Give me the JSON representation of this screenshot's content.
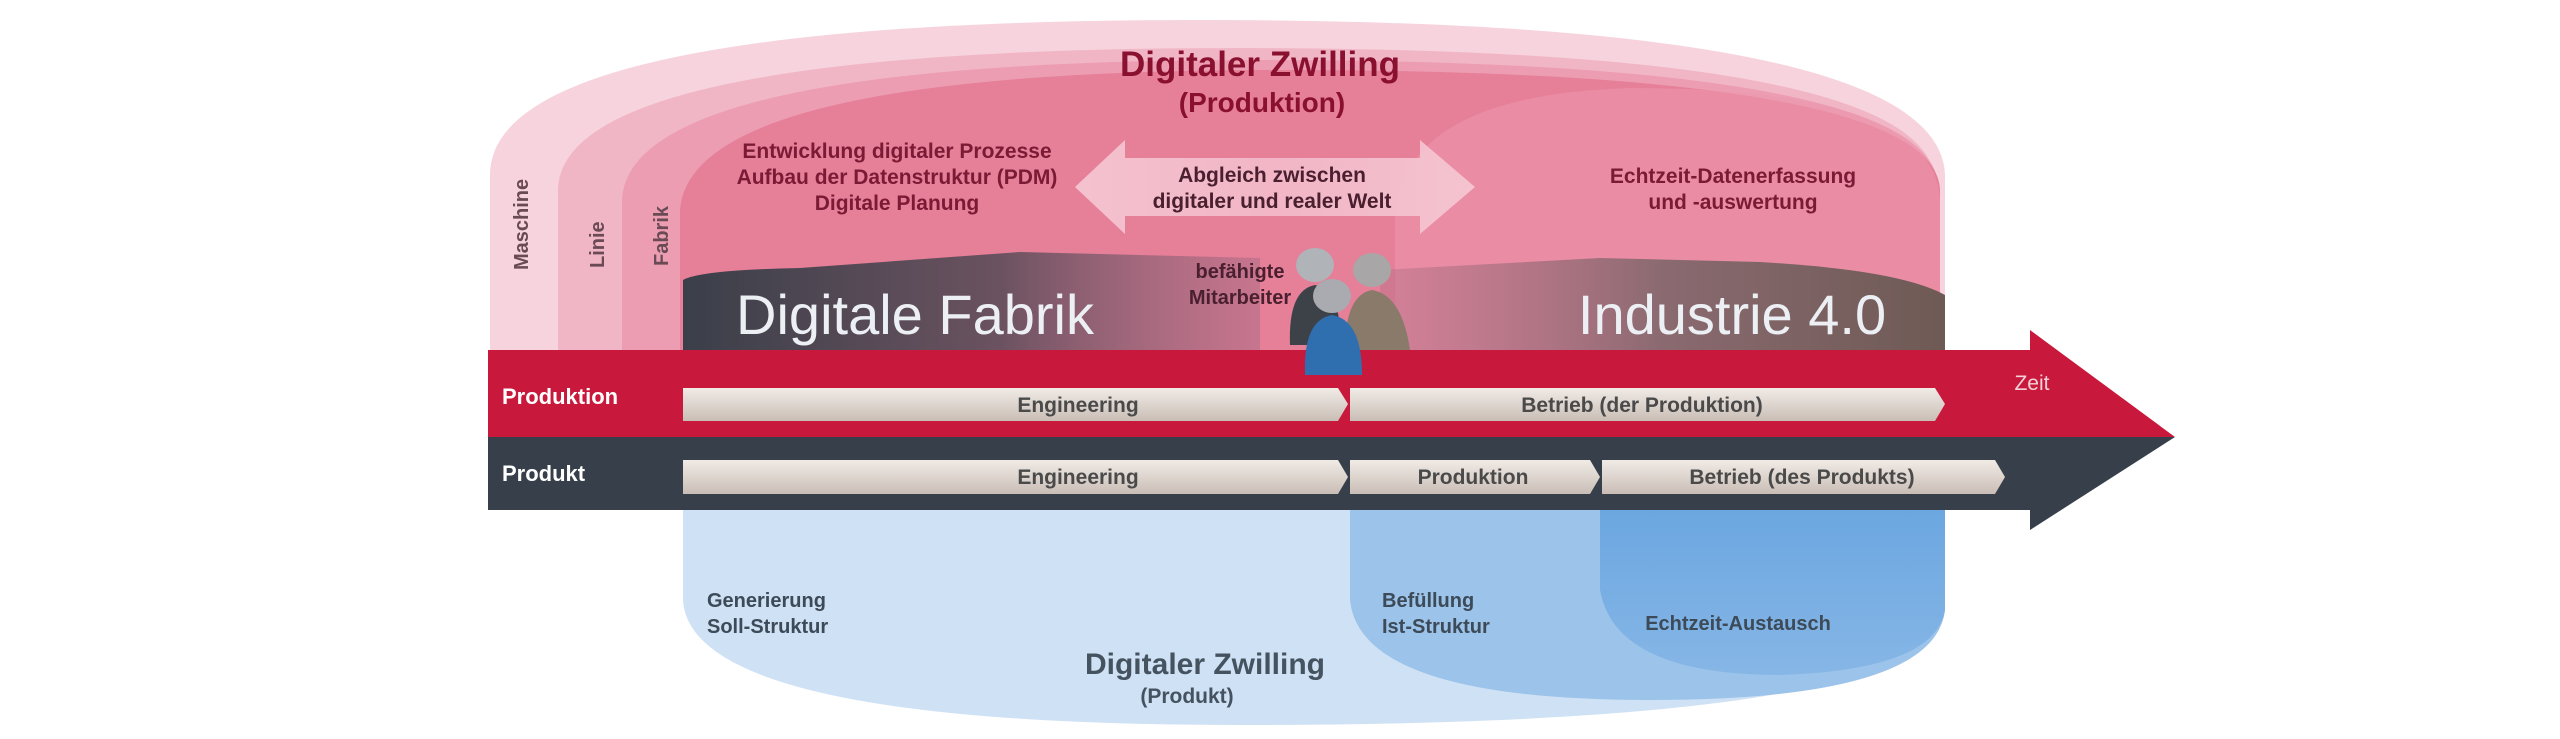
{
  "top_twin": {
    "title": "Digitaler Zwilling",
    "subtitle": "(Produktion)"
  },
  "levels": [
    "Maschine",
    "Linie",
    "Fabrik"
  ],
  "planning_text": [
    "Entwicklung digitaler Prozesse",
    "Aufbau der Datenstruktur (PDM)",
    "Digitale Planung"
  ],
  "sync_arrow_text": [
    "Abgleich zwischen",
    "digitaler und realer Welt"
  ],
  "realtime_text": [
    "Echtzeit-Datenerfassung",
    "und -auswertung"
  ],
  "workers_text": [
    "befähigte",
    "Mitarbeiter"
  ],
  "digital_factory": "Digitale Fabrik",
  "industry40": "Industrie 4.0",
  "time_label": "Zeit",
  "production_row": {
    "label": "Produktion",
    "phases": [
      "Engineering",
      "Betrieb (der Produktion)"
    ]
  },
  "product_row": {
    "label": "Produkt",
    "phases": [
      "Engineering",
      "Produktion",
      "Betrieb (des Produkts)"
    ]
  },
  "bottom_twin": {
    "title": "Digitaler Zwilling",
    "subtitle": "(Produkt)",
    "generation": [
      "Generierung",
      "Soll-Struktur"
    ],
    "filling": [
      "Befüllung",
      "Ist-Struktur"
    ],
    "realtime": "Echtzeit-Austausch"
  },
  "colors": {
    "production_red": "#c8183c",
    "product_dark": "#37404a",
    "twin_pink": "#e77e98",
    "twin_blue": "#8db9e6",
    "title_red": "#8a1030"
  }
}
